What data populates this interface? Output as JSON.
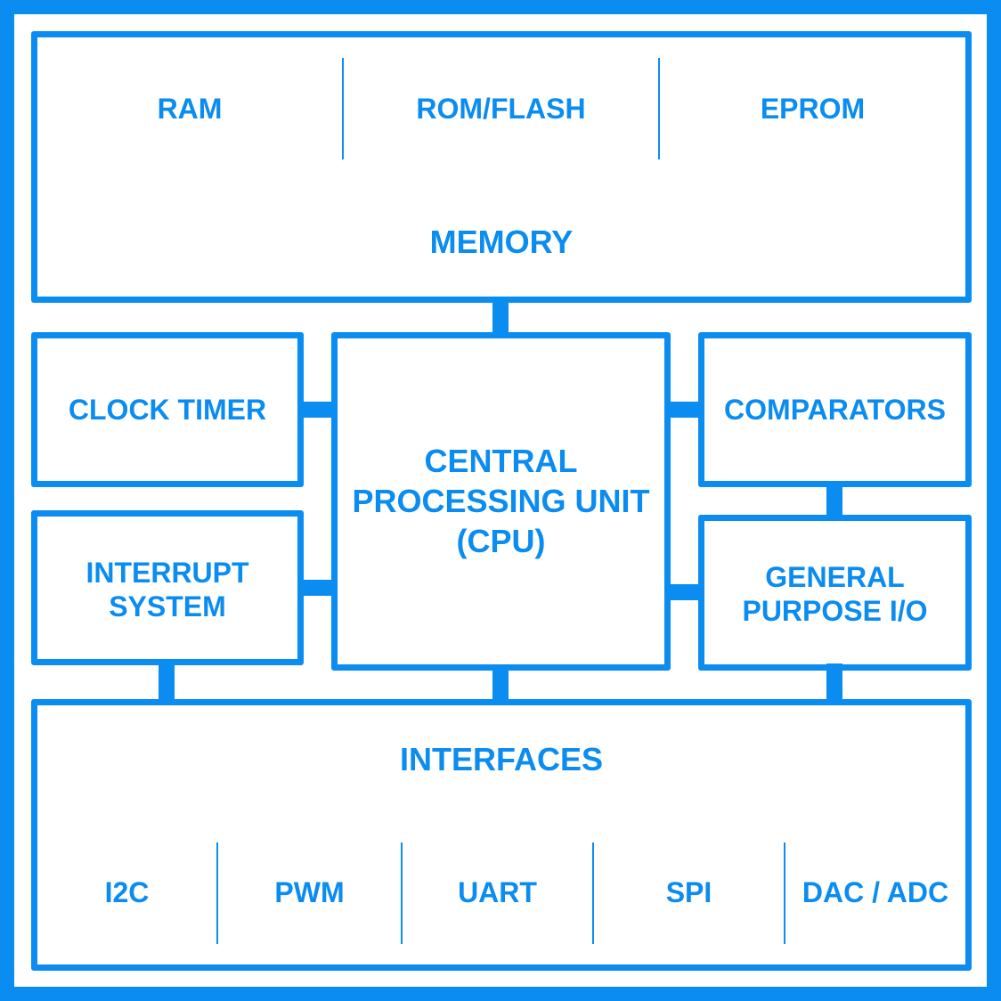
{
  "colors": {
    "accent": "#0b8cf0",
    "background": "#ffffff"
  },
  "memory": {
    "title": "MEMORY",
    "cells": [
      "RAM",
      "ROM/FLASH",
      "EPROM"
    ]
  },
  "clock_timer": {
    "label": "CLOCK TIMER"
  },
  "interrupt_system": {
    "line1": "INTERRUPT",
    "line2": "SYSTEM"
  },
  "cpu": {
    "line1": "CENTRAL",
    "line2": "PROCESSING UNIT",
    "line3": "(CPU)"
  },
  "comparators": {
    "label": "COMPARATORS"
  },
  "gpio": {
    "line1": "GENERAL",
    "line2": "PURPOSE I/O"
  },
  "interfaces": {
    "title": "INTERFACES",
    "cells": [
      "I2C",
      "PWM",
      "UART",
      "SPI",
      "DAC / ADC"
    ]
  }
}
